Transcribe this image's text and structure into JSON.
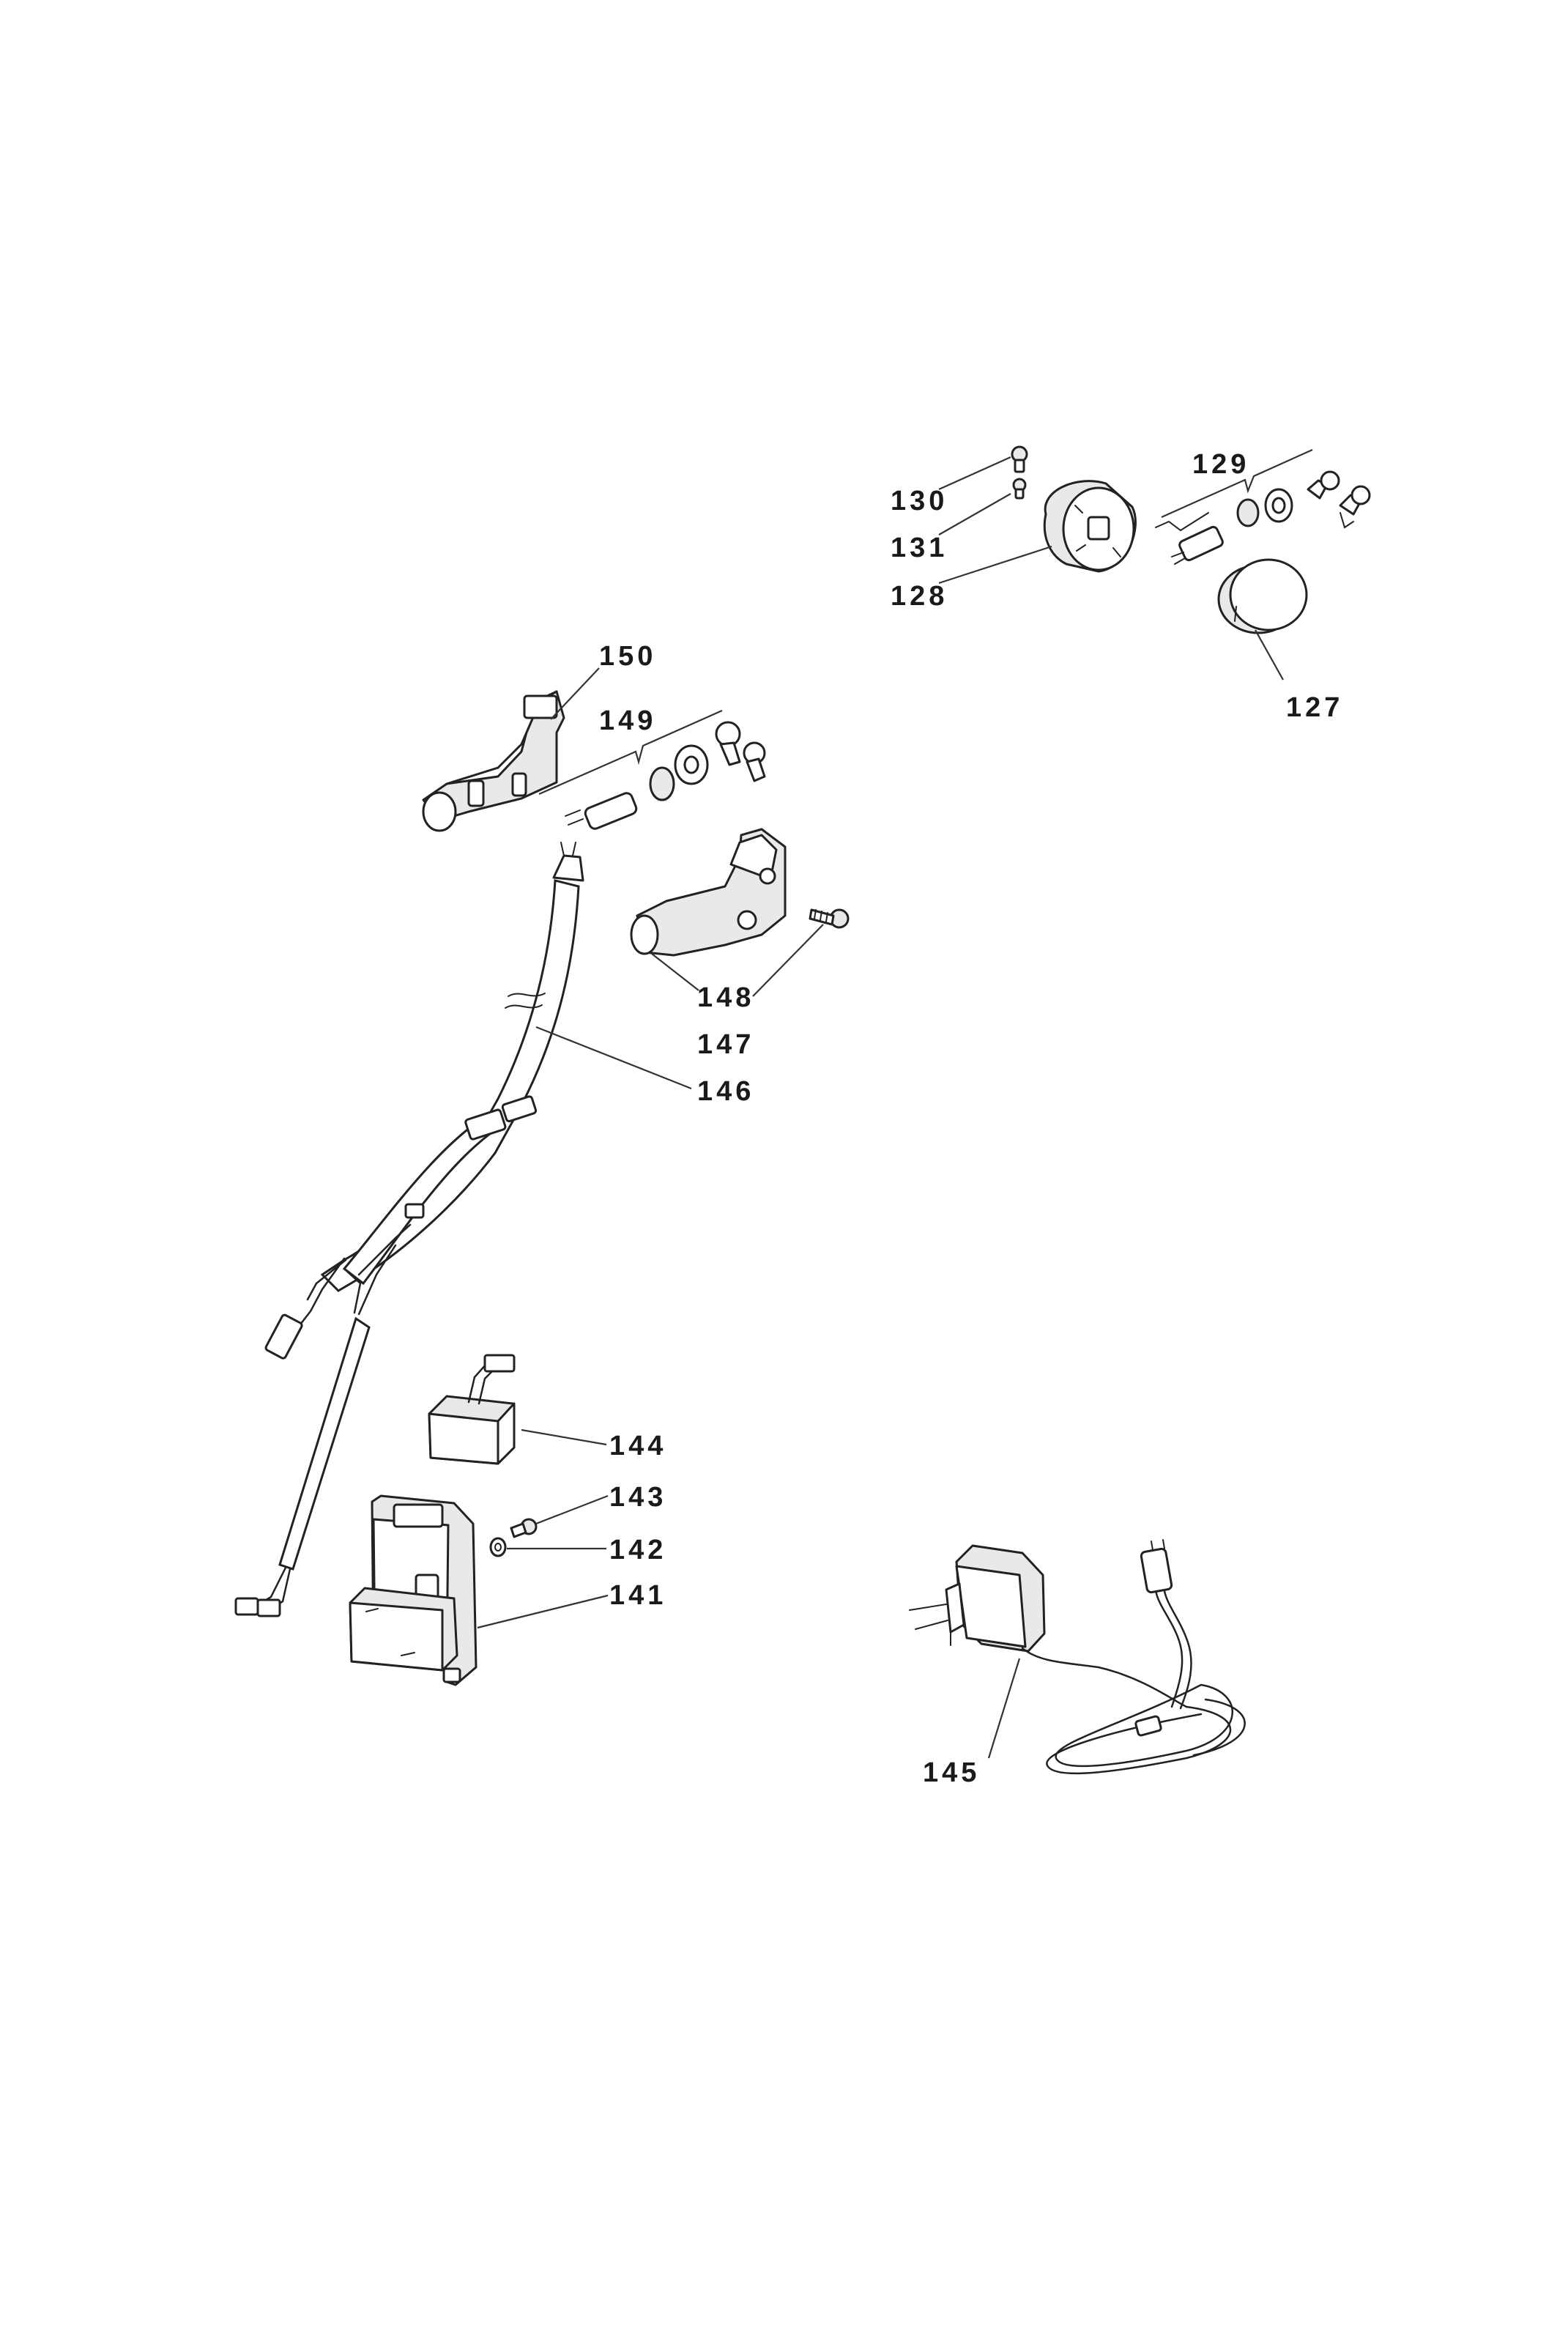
{
  "parts": {
    "p127": "127",
    "p128": "128",
    "p129": "129",
    "p130": "130",
    "p131": "131",
    "p141": "141",
    "p142": "142",
    "p143": "143",
    "p144": "144",
    "p145": "145",
    "p146": "146",
    "p147": "147",
    "p148": "148",
    "p149": "149",
    "p150": "150"
  }
}
